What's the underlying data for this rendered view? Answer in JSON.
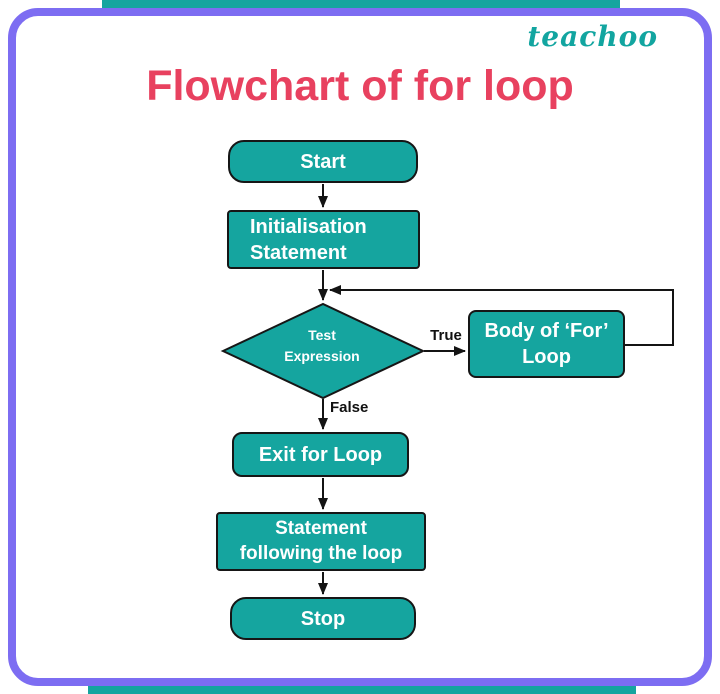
{
  "brand": {
    "logo": "teachoo",
    "color": "#12a5a0"
  },
  "title": "Flowchart of for loop",
  "colors": {
    "node_fill": "#15a59f",
    "node_border": "#161616",
    "title": "#e8415f",
    "frame": "#7d6df2",
    "arrow": "#141414",
    "node_text": "#ffffff"
  },
  "flowchart": {
    "nodes": {
      "start": {
        "label": "Start",
        "shape": "rounded"
      },
      "init": {
        "label": "Initialisation\nStatement",
        "shape": "rectangle"
      },
      "test": {
        "label": "Test\nExpression",
        "shape": "diamond"
      },
      "body": {
        "label": "Body of ‘For’\nLoop",
        "shape": "rectangle"
      },
      "exit": {
        "label": "Exit for Loop",
        "shape": "rectangle"
      },
      "statement": {
        "label": "Statement\nfollowing the loop",
        "shape": "rectangle"
      },
      "stop": {
        "label": "Stop",
        "shape": "rounded"
      }
    },
    "edges": {
      "true_label": "True",
      "false_label": "False"
    }
  }
}
